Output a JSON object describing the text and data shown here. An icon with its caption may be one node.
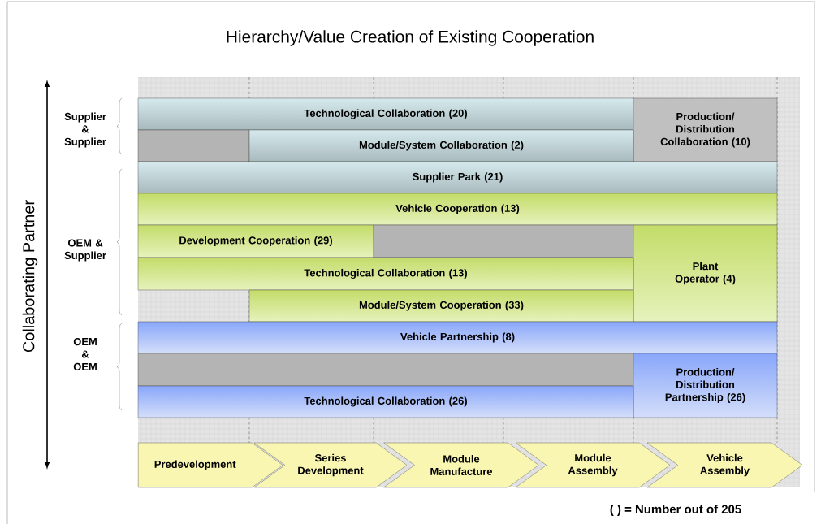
{
  "diagram": {
    "title": "Hierarchy/Value Creation of Existing Cooperation",
    "nodes": [
      {
        "text": [
          "Technological Collaboration (20)"
        ]
      },
      {
        "text": [
          "Production/ Distribution Collaboration (10)"
        ]
      },
      {
        "text": [],
        "shape": "bar"
      },
      {
        "text": [
          "Module/System Collaboration (2)"
        ]
      },
      {
        "text": [
          "Supplier Park (21)"
        ]
      },
      {
        "text": [
          "Vehicle Cooperation (13)"
        ]
      },
      {
        "text": [
          "Development Cooperation (29)"
        ]
      },
      {
        "text": [],
        "shape": "bar"
      },
      {
        "text": [
          "Plant Operator (4)"
        ]
      },
      {
        "text": [
          "Technological Collaboration (13)"
        ]
      },
      {
        "text": [
          "Module/System Cooperation (33)"
        ]
      },
      {
        "text": [
          "Vehicle Partnership (8)"
        ]
      },
      {
        "text": [],
        "shape": "bar"
      },
      {
        "text": [
          "Production/ Distribution Partnership (26)"
        ]
      },
      {
        "text": [
          "Technological Collaboration (26)"
        ]
      },
      {
        "text": [
          "Predevelopment"
        ]
      },
      {
        "text": [
          "Series Development"
        ]
      },
      {
        "text": [
          "Module Manufacture"
        ]
      },
      {
        "text": [
          "Module Assembly"
        ]
      },
      {
        "text": [
          "Vehicle Assembly"
        ]
      }
    ],
    "labels": [
      "Supplier & Supplier",
      "OEM & Supplier",
      "OEM & OEM",
      "Collaborating Partner",
      "( ) = Number out of 205"
    ]
  }
}
